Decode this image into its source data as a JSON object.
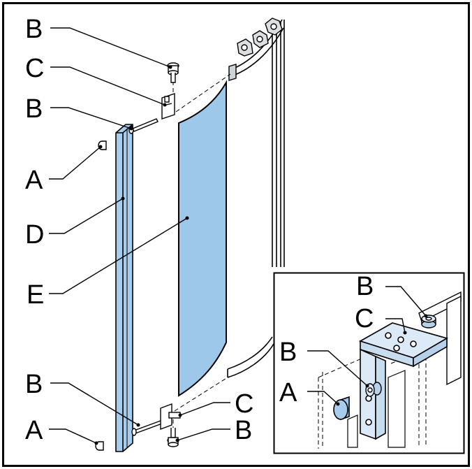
{
  "diagram": {
    "labels": {
      "a": "A",
      "b": "B",
      "c": "C",
      "d": "D",
      "e": "E"
    },
    "colors": {
      "glass_fill": "#9ec8ea",
      "profile_fill": "#a8cdec",
      "line": "#000000",
      "background": "#ffffff"
    }
  }
}
